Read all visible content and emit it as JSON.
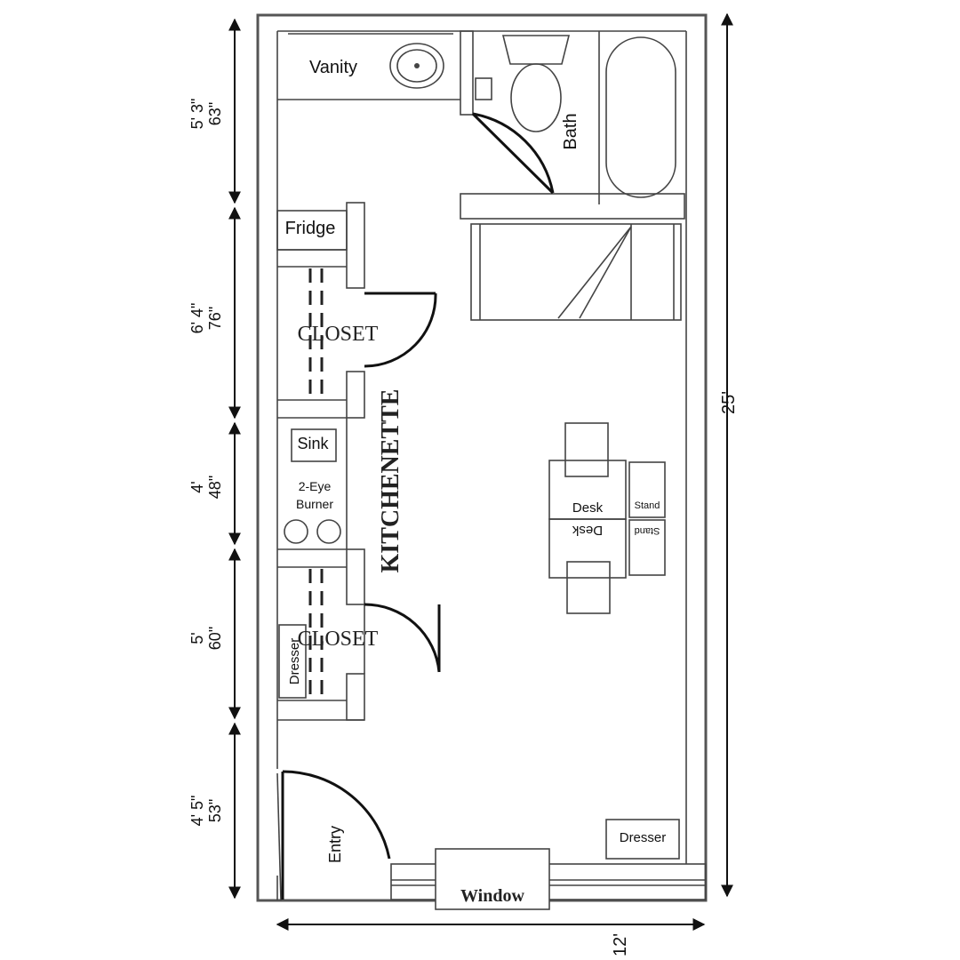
{
  "rooms": {
    "vanity": "Vanity",
    "bath": "Bath",
    "fridge": "Fridge",
    "closet_upper": "CLOSET",
    "closet_lower": "CLOSET",
    "kitchenette": "KITCHENETTE",
    "sink": "Sink",
    "burner": [
      "2-Eye",
      "Burner"
    ],
    "dresser_closet": "Dresser",
    "dresser_corner": "Dresser",
    "desk_top": "Desk",
    "desk_bottom": "Desk",
    "stand_top": "Stand",
    "stand_bottom": "Stand",
    "entry": "Entry",
    "window": "Window"
  },
  "dimensions": {
    "left": [
      {
        "ft": "5' 3\"",
        "in": "63\""
      },
      {
        "ft": "6' 4\"",
        "in": "76\""
      },
      {
        "ft": "4'",
        "in": "48\""
      },
      {
        "ft": "5'",
        "in": "60\""
      },
      {
        "ft": "4' 5\"",
        "in": "53\""
      }
    ],
    "right": "25'",
    "bottom": "12'"
  }
}
